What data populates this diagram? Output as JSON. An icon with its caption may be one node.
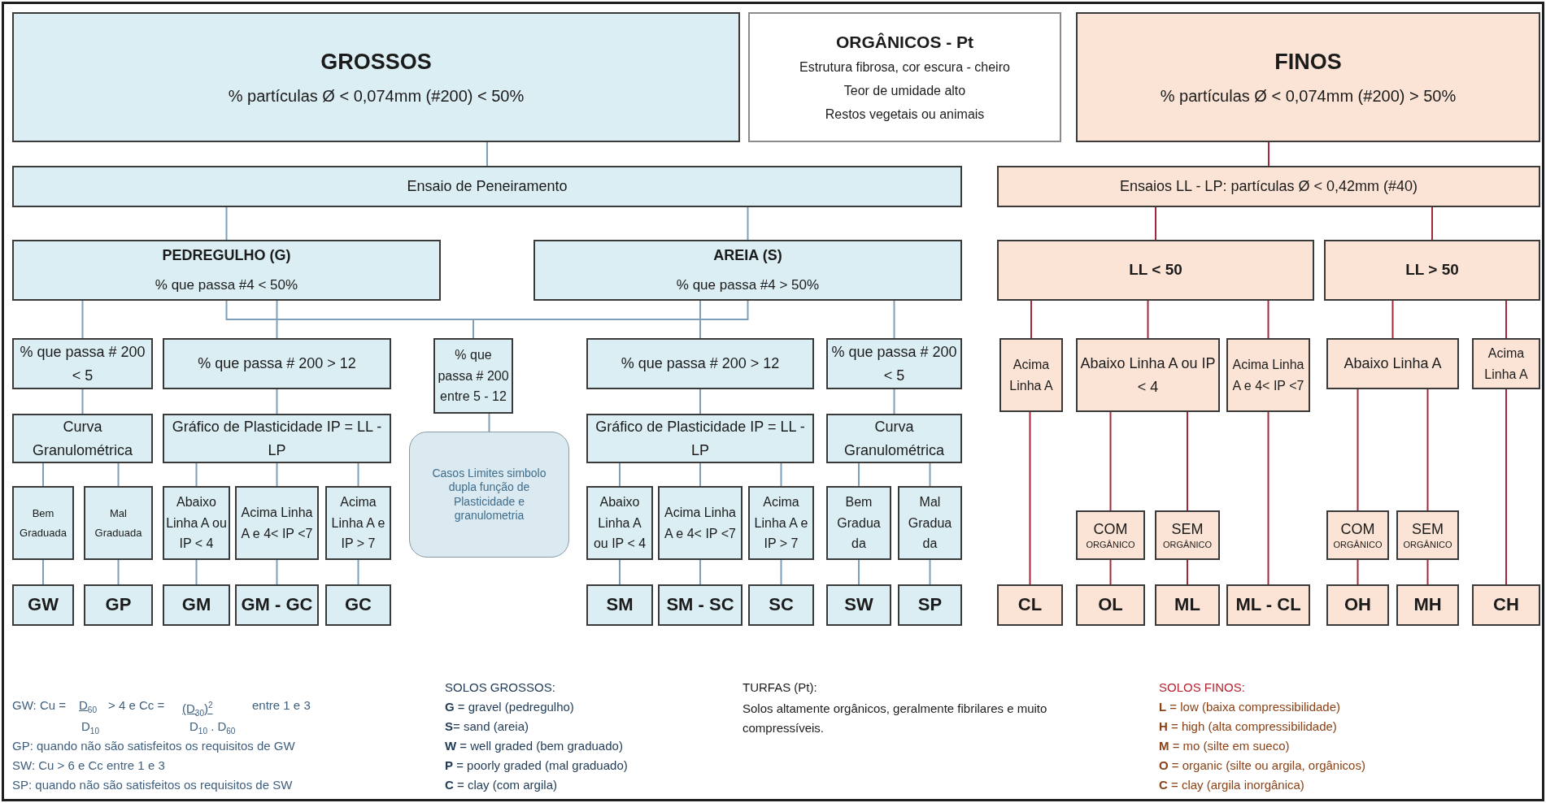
{
  "diagram": {
    "nodes": [
      {
        "text": [
          "GROSSOS",
          "% partículas Ø < 0,074mm (#200) < 50%"
        ]
      },
      {
        "text": [
          "ORGÂNICOS - Pt",
          "Estrutura fibrosa, cor escura - cheiro",
          "Teor de umidade alto",
          "Restos vegetais ou animais"
        ]
      },
      {
        "text": [
          "FINOS",
          "% partículas Ø < 0,074mm (#200) > 50%"
        ]
      },
      {
        "text": [
          "Ensaio de Peneiramento"
        ]
      },
      {
        "text": [
          "Ensaios LL - LP:  partículas Ø < 0,42mm (#40)"
        ]
      },
      {
        "text": [
          "PEDREGULHO (G)",
          "% que passa #4 < 50%"
        ]
      },
      {
        "text": [
          "AREIA (S)",
          "% que passa #4 > 50%"
        ]
      },
      {
        "text": [
          "LL < 50"
        ]
      },
      {
        "text": [
          "LL > 50"
        ]
      },
      {
        "text": [
          "% que passa # 200 < 5"
        ]
      },
      {
        "text": [
          "% que passa # 200 > 12"
        ]
      },
      {
        "text": [
          "% que passa # 200 entre 5 - 12"
        ]
      },
      {
        "text": [
          "% que passa # 200 > 12"
        ]
      },
      {
        "text": [
          "% que passa # 200 < 5"
        ]
      },
      {
        "text": [
          "Acima Linha A"
        ]
      },
      {
        "text": [
          "Abaixo Linha A ou IP < 4"
        ]
      },
      {
        "text": [
          "Acima Linha A e 4< IP <7"
        ]
      },
      {
        "text": [
          "Abaixo Linha A"
        ]
      },
      {
        "text": [
          "Acima Linha A"
        ]
      },
      {
        "text": [
          "Curva Granulométrica"
        ]
      },
      {
        "text": [
          "Gráfico de Plasticidade IP = LL - LP"
        ]
      },
      {
        "text": [
          "Casos Limites simbolo dupla função de Plasticidade e granulometria"
        ]
      },
      {
        "text": [
          "Gráfico de Plasticidade IP = LL - LP"
        ]
      },
      {
        "text": [
          "Curva Granulométrica"
        ]
      },
      {
        "text": [
          "Bem Graduada"
        ]
      },
      {
        "text": [
          "Mal Graduada"
        ]
      },
      {
        "text": [
          "Abaixo Linha A ou IP < 4"
        ]
      },
      {
        "text": [
          "Acima Linha A e 4< IP <7"
        ]
      },
      {
        "text": [
          "Acima Linha A e IP > 7"
        ]
      },
      {
        "text": [
          "Abaixo Linha A ou IP < 4"
        ]
      },
      {
        "text": [
          "Acima Linha A e 4< IP <7"
        ]
      },
      {
        "text": [
          "Acima Linha A e IP > 7"
        ]
      },
      {
        "text": [
          "Bem Gradua da"
        ]
      },
      {
        "text": [
          "Mal Gradua da"
        ]
      },
      {
        "text": [
          "COM",
          "ORGÂNICO"
        ]
      },
      {
        "text": [
          "SEM",
          "ORGÂNICO"
        ]
      },
      {
        "text": [
          "COM",
          "ORGÂNICO"
        ]
      },
      {
        "text": [
          "SEM",
          "ORGÂNICO"
        ]
      },
      {
        "text": [
          "GW"
        ]
      },
      {
        "text": [
          "GP"
        ]
      },
      {
        "text": [
          "GM"
        ]
      },
      {
        "text": [
          "GM - GC"
        ]
      },
      {
        "text": [
          "GC"
        ]
      },
      {
        "text": [
          "SM"
        ]
      },
      {
        "text": [
          "SM - SC"
        ]
      },
      {
        "text": [
          "SC"
        ]
      },
      {
        "text": [
          "SW"
        ]
      },
      {
        "text": [
          "SP"
        ]
      },
      {
        "text": [
          "CL"
        ]
      },
      {
        "text": [
          "OL"
        ]
      },
      {
        "text": [
          "ML"
        ]
      },
      {
        "text": [
          "ML - CL"
        ]
      },
      {
        "text": [
          "OH"
        ]
      },
      {
        "text": [
          "MH"
        ]
      },
      {
        "text": [
          "CH"
        ]
      }
    ],
    "edges": [
      {
        "from": 0,
        "to": 3,
        "arrow": "none"
      },
      {
        "from": 2,
        "to": 4,
        "arrow": "none",
        "color": "#a3283a"
      },
      {
        "from": 3,
        "to": 5,
        "arrow": "none"
      },
      {
        "from": 3,
        "to": 6,
        "arrow": "none"
      },
      {
        "from": 4,
        "to": 7,
        "arrow": "none",
        "color": "#a3283a"
      },
      {
        "from": 4,
        "to": 8,
        "arrow": "none",
        "color": "#a3283a"
      },
      {
        "from": 5,
        "to": 9,
        "arrow": "none"
      },
      {
        "from": 5,
        "to": 10,
        "arrow": "none"
      },
      {
        "from": 5,
        "to": 11,
        "arrow": "none"
      },
      {
        "from": 6,
        "to": 11,
        "arrow": "none"
      },
      {
        "from": 6,
        "to": 12,
        "arrow": "none"
      },
      {
        "from": 6,
        "to": 13,
        "arrow": "none"
      },
      {
        "from": 7,
        "to": 14,
        "arrow": "none",
        "color": "#a3283a"
      },
      {
        "from": 7,
        "to": 15,
        "arrow": "none",
        "color": "#a3283a"
      },
      {
        "from": 7,
        "to": 16,
        "arrow": "none",
        "color": "#a3283a"
      },
      {
        "from": 8,
        "to": 17,
        "arrow": "none",
        "color": "#a3283a"
      },
      {
        "from": 8,
        "to": 18,
        "arrow": "none",
        "color": "#a3283a"
      },
      {
        "from": 9,
        "to": 19,
        "arrow": "none"
      },
      {
        "from": 10,
        "to": 20,
        "arrow": "none"
      },
      {
        "from": 11,
        "to": 21,
        "arrow": "none"
      },
      {
        "from": 12,
        "to": 22,
        "arrow": "none"
      },
      {
        "from": 13,
        "to": 23,
        "arrow": "none"
      },
      {
        "from": 19,
        "to": 24,
        "arrow": "none"
      },
      {
        "from": 19,
        "to": 25,
        "arrow": "none"
      },
      {
        "from": 20,
        "to": 26,
        "arrow": "none"
      },
      {
        "from": 20,
        "to": 27,
        "arrow": "none"
      },
      {
        "from": 20,
        "to": 28,
        "arrow": "none"
      },
      {
        "from": 22,
        "to": 29,
        "arrow": "none"
      },
      {
        "from": 22,
        "to": 30,
        "arrow": "none"
      },
      {
        "from": 22,
        "to": 31,
        "arrow": "none"
      },
      {
        "from": 23,
        "to": 32,
        "arrow": "none"
      },
      {
        "from": 23,
        "to": 33,
        "arrow": "none"
      },
      {
        "from": 15,
        "to": 34,
        "arrow": "none",
        "color": "#a3283a"
      },
      {
        "from": 15,
        "to": 35,
        "arrow": "none",
        "color": "#a3283a"
      },
      {
        "from": 17,
        "to": 36,
        "arrow": "none",
        "color": "#a3283a"
      },
      {
        "from": 17,
        "to": 37,
        "arrow": "none",
        "color": "#a3283a"
      },
      {
        "from": 24,
        "to": 38,
        "arrow": "none"
      },
      {
        "from": 25,
        "to": 39,
        "arrow": "none"
      },
      {
        "from": 26,
        "to": 40,
        "arrow": "none"
      },
      {
        "from": 27,
        "to": 41,
        "arrow": "none"
      },
      {
        "from": 28,
        "to": 42,
        "arrow": "none"
      },
      {
        "from": 29,
        "to": 43,
        "arrow": "none"
      },
      {
        "from": 30,
        "to": 44,
        "arrow": "none"
      },
      {
        "from": 31,
        "to": 45,
        "arrow": "none"
      },
      {
        "from": 32,
        "to": 46,
        "arrow": "none"
      },
      {
        "from": 33,
        "to": 47,
        "arrow": "none"
      },
      {
        "from": 14,
        "to": 48,
        "arrow": "none",
        "color": "#a3283a"
      },
      {
        "from": 34,
        "to": 49,
        "arrow": "none",
        "color": "#a3283a"
      },
      {
        "from": 35,
        "to": 50,
        "arrow": "none",
        "color": "#a3283a"
      },
      {
        "from": 16,
        "to": 51,
        "arrow": "none",
        "color": "#a3283a"
      },
      {
        "from": 36,
        "to": 52,
        "arrow": "none",
        "color": "#a3283a"
      },
      {
        "from": 37,
        "to": 53,
        "arrow": "none",
        "color": "#a3283a"
      },
      {
        "from": 18,
        "to": 54,
        "arrow": "none",
        "color": "#a3283a"
      }
    ],
    "labels": [
      "GW: Cu =",
      "D$_{60}$",
      "> 4 e Cc =",
      "(D$_{30}$)$^{2}$",
      "entre 1 e 3",
      "D$_{10}$",
      "D$_{10}$ . D$_{60}$",
      "GP: quando não são satisfeitos os requisitos de GW",
      "SW: Cu > 6 e Cc entre 1 e 3",
      "SP: quando não são satisfeitos os requisitos de SW",
      "SOLOS GROSSOS:",
      "**G** = gravel (pedregulho)",
      "**S**= sand (areia)",
      "**W** = well graded (bem graduado)",
      "**P** = poorly graded (mal graduado)",
      "**C** = clay (com argila)",
      "TURFAS (Pt):",
      "Solos altamente orgânicos, geralmente fibrilares e muito compressíveis.",
      "SOLOS FINOS:",
      "**L** = low (baixa compressibilidade)",
      "**H** = high (alta compressibilidade)",
      "**M** = mo (silte em sueco)",
      "**O** = organic (silte ou argila, orgânicos)",
      "**C** = clay (argila inorgânica)"
    ]
  }
}
